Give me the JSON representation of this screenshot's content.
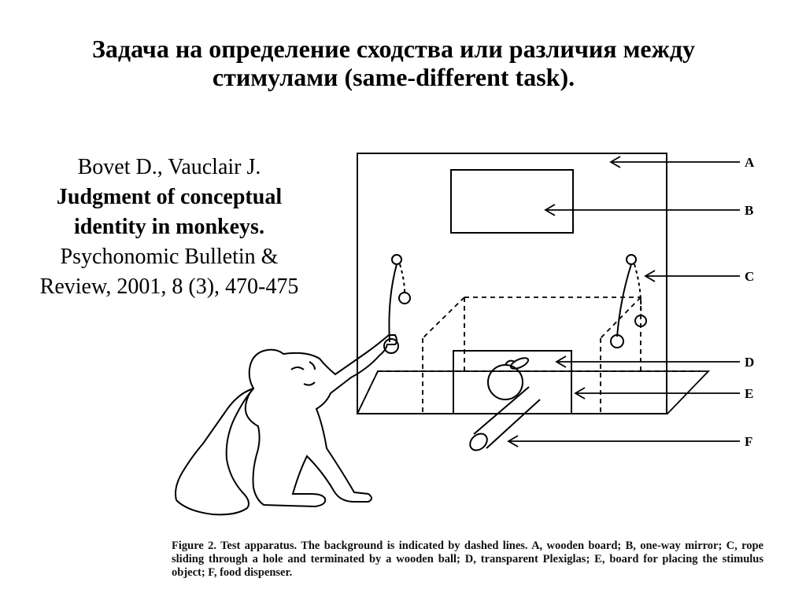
{
  "slide": {
    "title_line1": "Задача на определение сходства или различия между",
    "title_line2": "стимулами (same-different task)."
  },
  "reference": {
    "authors": "Bovet D., Vauclair J.",
    "title_line1": "Judgment of conceptual",
    "title_line2": "identity in monkeys.",
    "journal_line1": "Psychonomic Bulletin &",
    "journal_line2": "Review, 2001, 8 (3), 470-475"
  },
  "figure": {
    "labels": [
      "A",
      "B",
      "C",
      "D",
      "E",
      "F"
    ],
    "caption": "Figure 2. Test apparatus. The background is indicated by dashed lines. A, wooden board; B, one-way mirror; C, rope sliding through a hole and terminated by a wooden ball; D, transparent Plexiglas; E, board for placing the stimulus object; F, food dispenser."
  }
}
